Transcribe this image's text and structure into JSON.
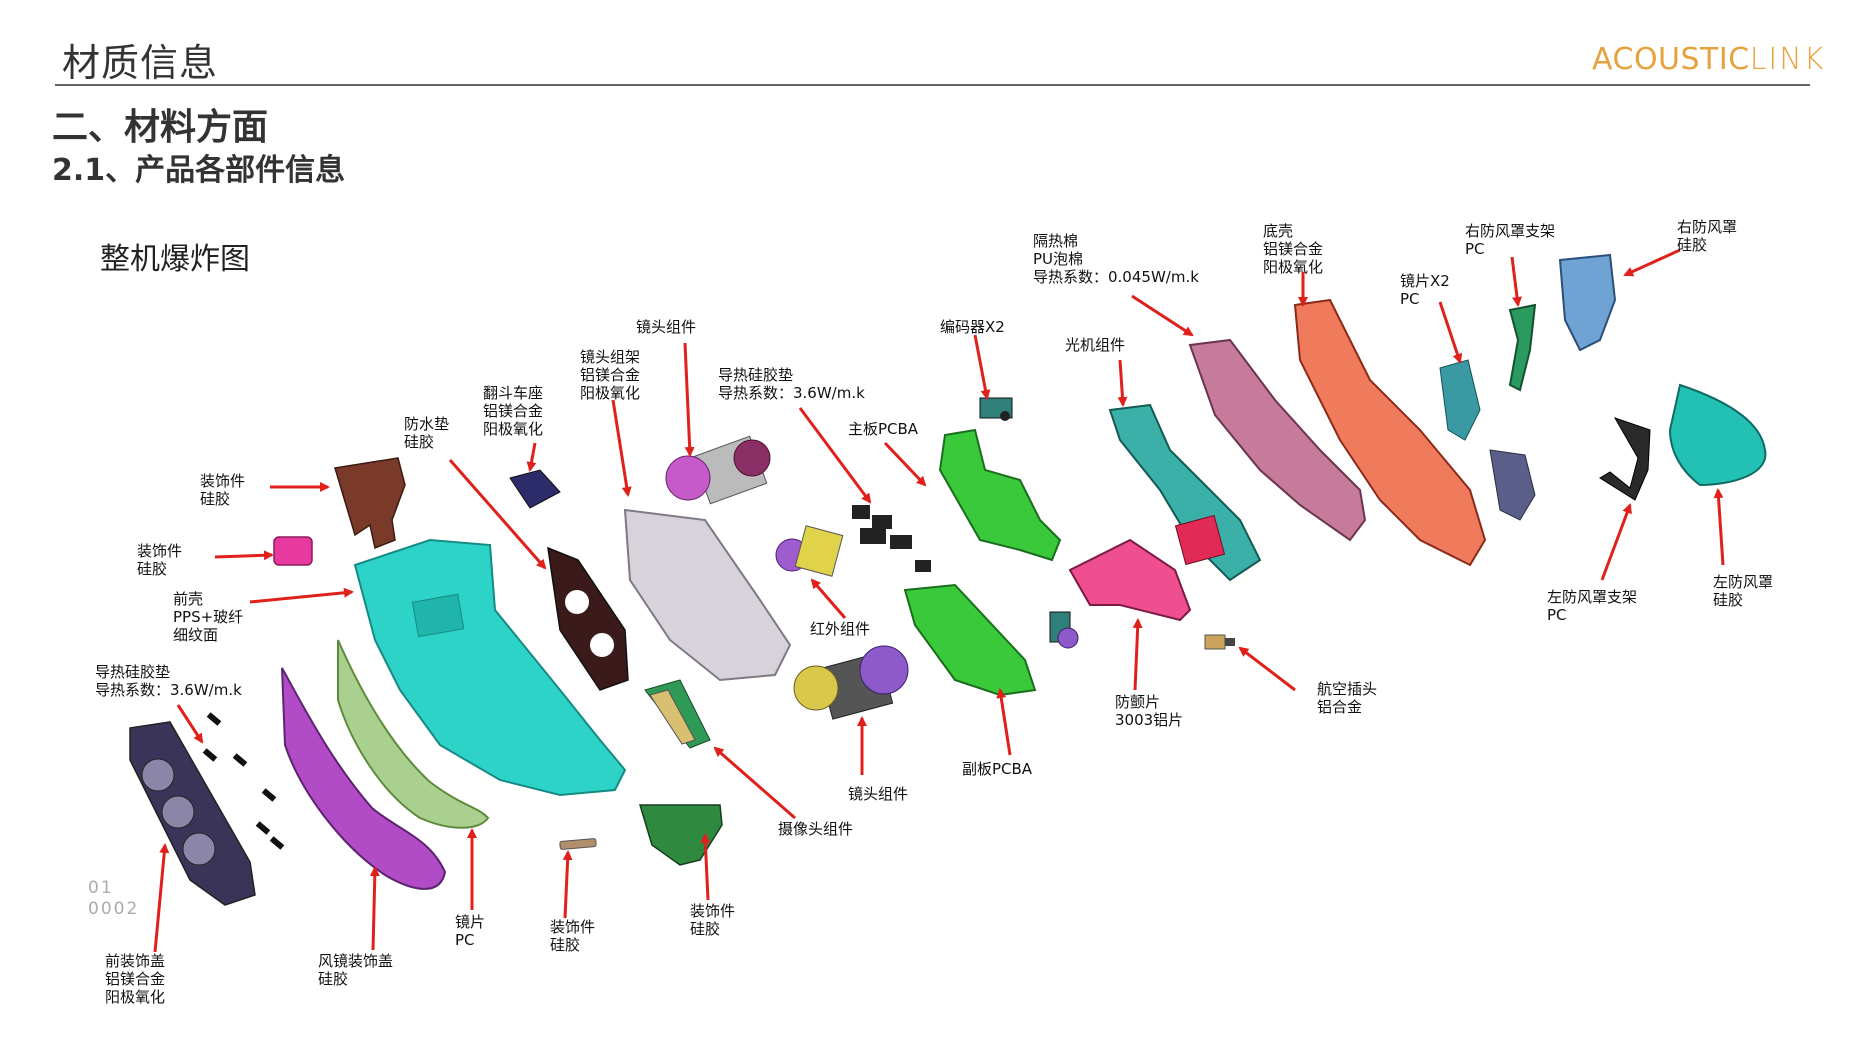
{
  "header": {
    "title": "材质信息",
    "logo_bold": "ACOUSTIC",
    "logo_thin": "LINK"
  },
  "section": {
    "title": "二、材料方面",
    "subtitle": "2.1、产品各部件信息"
  },
  "diagram": {
    "title": "整机爆炸图",
    "labels": {
      "insulation": [
        "隔热棉",
        "PU泡棉",
        "导热系数：0.045W/m.k"
      ],
      "bottom_shell": [
        "底壳",
        "铝镁合金",
        "阳极氧化"
      ],
      "right_bracket": [
        "右防风罩支架",
        "PC"
      ],
      "right_shield": [
        "右防风罩",
        "硅胶"
      ],
      "lens_x2": [
        "镜片X2",
        "PC"
      ],
      "optics": [
        "光机组件"
      ],
      "encoder": [
        "编码器X2"
      ],
      "lens_assy_top": [
        "镜头组件"
      ],
      "lens_frame": [
        "镜头组架",
        "铝镁合金",
        "阳极氧化"
      ],
      "thermal_pad_top": [
        "导热硅胶垫",
        "导热系数：3.6W/m.k"
      ],
      "main_pcba": [
        "主板PCBA"
      ],
      "flip_seat": [
        "翻斗车座",
        "铝镁合金",
        "阳极氧化"
      ],
      "waterproof": [
        "防水垫",
        "硅胶"
      ],
      "deco_1": [
        "装饰件",
        "硅胶"
      ],
      "deco_2": [
        "装饰件",
        "硅胶"
      ],
      "front_shell": [
        "前壳",
        "PPS+玻纤",
        "细纹面"
      ],
      "thermal_pad_left": [
        "导热硅胶垫",
        "导热系数：3.6W/m.k"
      ],
      "ir_assy": [
        "红外组件"
      ],
      "lens_assy_bottom": [
        "镜头组件"
      ],
      "camera_assy": [
        "摄像头组件"
      ],
      "sub_pcba": [
        "副板PCBA"
      ],
      "anti_vibe": [
        "防颤片",
        "3003铝片"
      ],
      "aviation_plug": [
        "航空插头",
        "铝合金"
      ],
      "left_bracket": [
        "左防风罩支架",
        "PC"
      ],
      "left_shield": [
        "左防风罩",
        "硅胶"
      ],
      "lens_pc": [
        "镜片",
        "PC"
      ],
      "deco_3": [
        "装饰件",
        "硅胶"
      ],
      "deco_4": [
        "装饰件",
        "硅胶"
      ],
      "front_cover": [
        "前装饰盖",
        "铝镁合金",
        "阳极氧化"
      ],
      "windshield_cover": [
        "风镜装饰盖",
        "硅胶"
      ]
    },
    "page_number": [
      "01",
      "0002"
    ]
  },
  "colors": {
    "accent": "#e6a23c",
    "arrow": "#e0201b",
    "front_shell": "#2ed3c8",
    "main_board": "#39c93a",
    "bottom_shell": "#f07a5c",
    "pink": "#e84a8c"
  }
}
